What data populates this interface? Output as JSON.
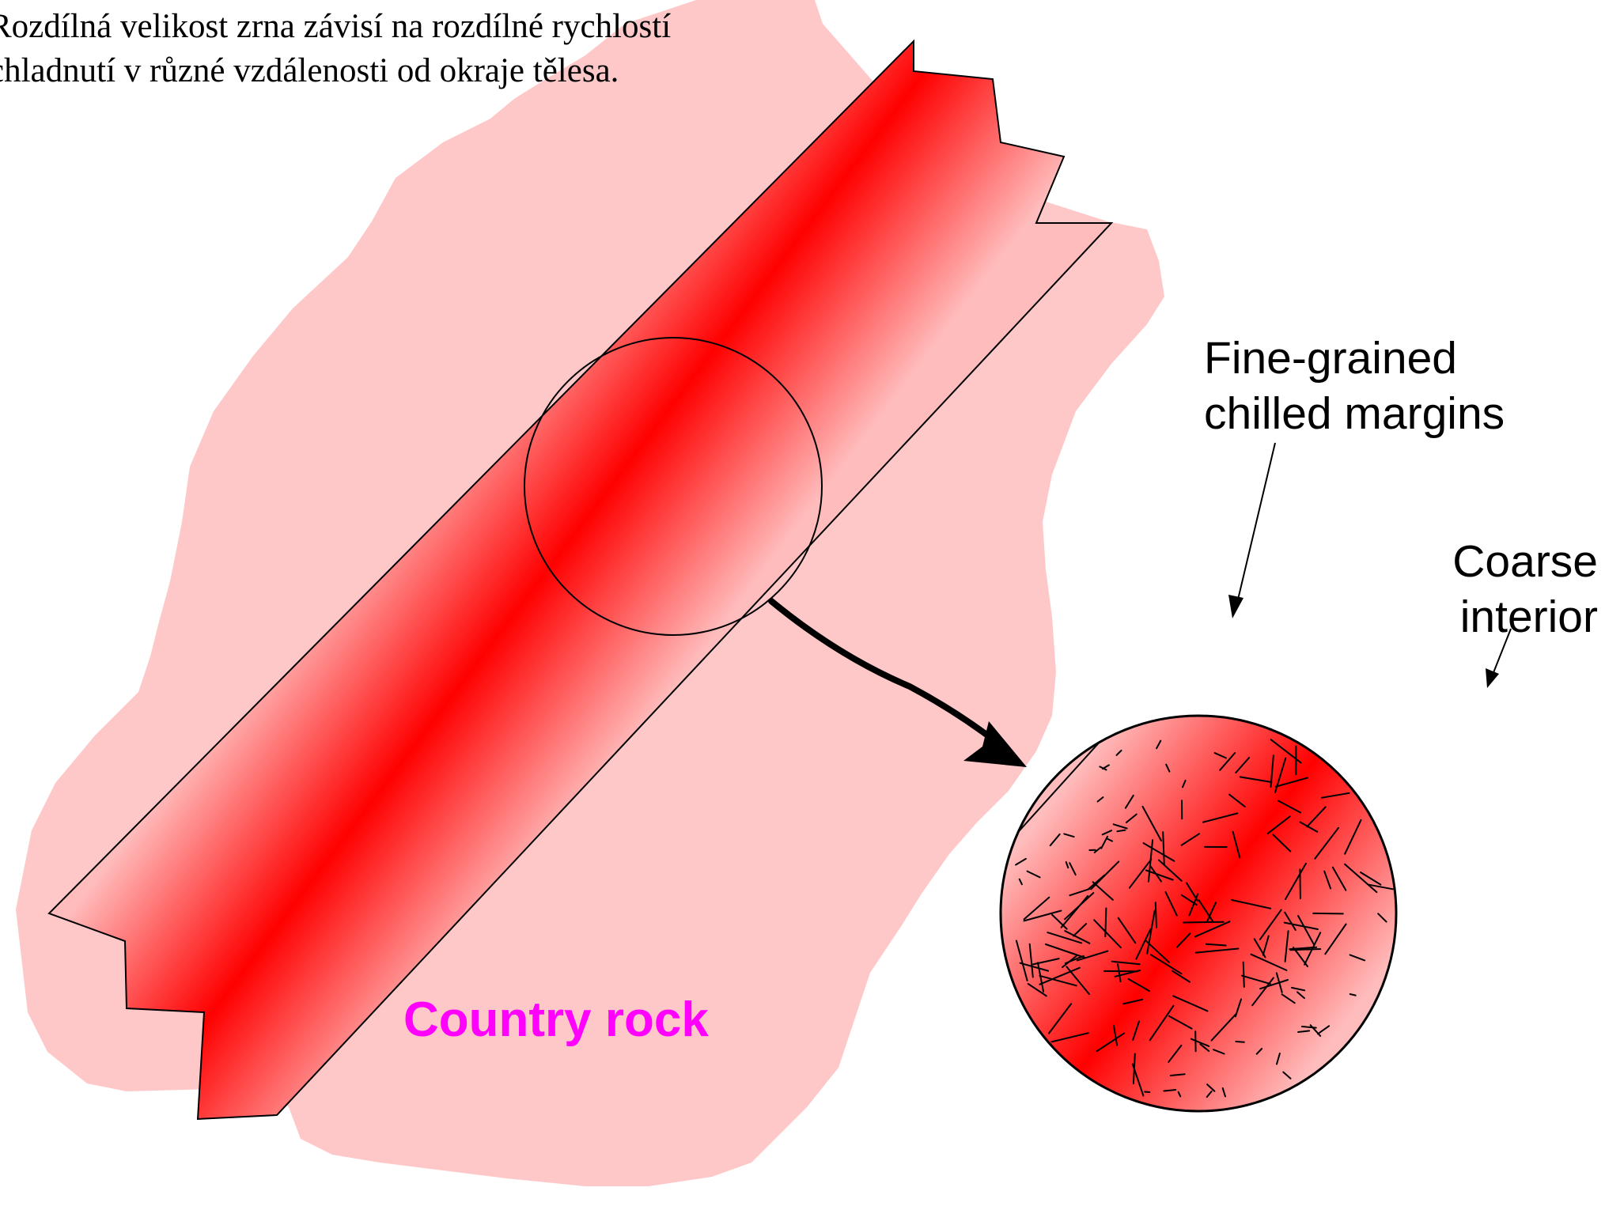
{
  "caption": "Rozdílná velikost zrna závisí na rozdílné rychlostí chladnutí v různé vzdálenosti od okraje tělesa.",
  "labels": {
    "fine_grained": [
      "Fine-grained",
      "chilled margins"
    ],
    "coarse_interior": [
      "Coarse",
      "interior"
    ],
    "country_rock": "Country rock"
  },
  "colors": {
    "country_rock_fill": "#ffc8c8",
    "dike_core": "#ff0000",
    "dike_edge": "#ffbcbc",
    "country_rock_label": "#ff00ff",
    "outline": "#000000"
  }
}
